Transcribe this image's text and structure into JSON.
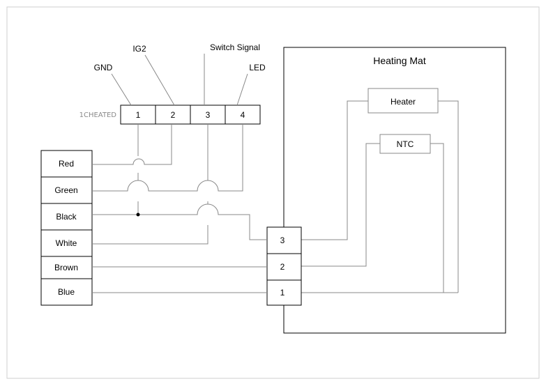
{
  "top_labels": {
    "gnd": "GND",
    "ig2": "IG2",
    "switch_signal": "Switch Signal",
    "led": "LED"
  },
  "connector": {
    "name": "1CHEATED",
    "pins": [
      "1",
      "2",
      "3",
      "4"
    ]
  },
  "harness": {
    "wires": [
      "Red",
      "Green",
      "Black",
      "White",
      "Brown",
      "Blue"
    ]
  },
  "heating_mat": {
    "title": "Heating Mat",
    "heater_label": "Heater",
    "ntc_label": "NTC",
    "terminals": [
      "3",
      "2",
      "1"
    ]
  }
}
